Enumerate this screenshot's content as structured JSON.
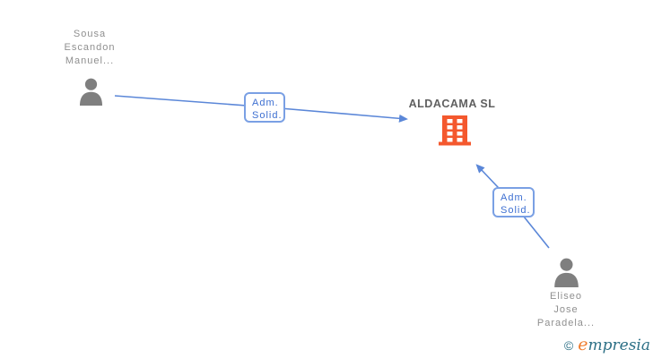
{
  "diagram": {
    "nodes": {
      "person1": {
        "type": "person",
        "name_lines": [
          "Sousa",
          "Escandon",
          "Manuel..."
        ]
      },
      "company": {
        "type": "company",
        "name": "ALDACAMA SL"
      },
      "person2": {
        "type": "person",
        "name_lines": [
          "Eliseo",
          "Jose",
          "Paradela..."
        ]
      }
    },
    "edges": [
      {
        "from": "person1",
        "to": "company",
        "label_line1": "Adm.",
        "label_line2": "Solid."
      },
      {
        "from": "person2",
        "to": "company",
        "label_line1": "Adm.",
        "label_line2": "Solid."
      }
    ]
  },
  "watermark": {
    "copyright_symbol": "©",
    "brand_initial": "e",
    "brand_rest": "mpresia"
  },
  "colors": {
    "edge_blue": "#5b87d8",
    "edge_label_text": "#3d6fd1",
    "edge_label_border": "#7aa0e4",
    "company_orange": "#f4582e",
    "person_gray": "#7f7f7f",
    "node_name_gray": "#8f8f8f",
    "company_name_gray": "#606060",
    "logo_teal": "#2d7086",
    "logo_orange": "#ef7d2f"
  }
}
